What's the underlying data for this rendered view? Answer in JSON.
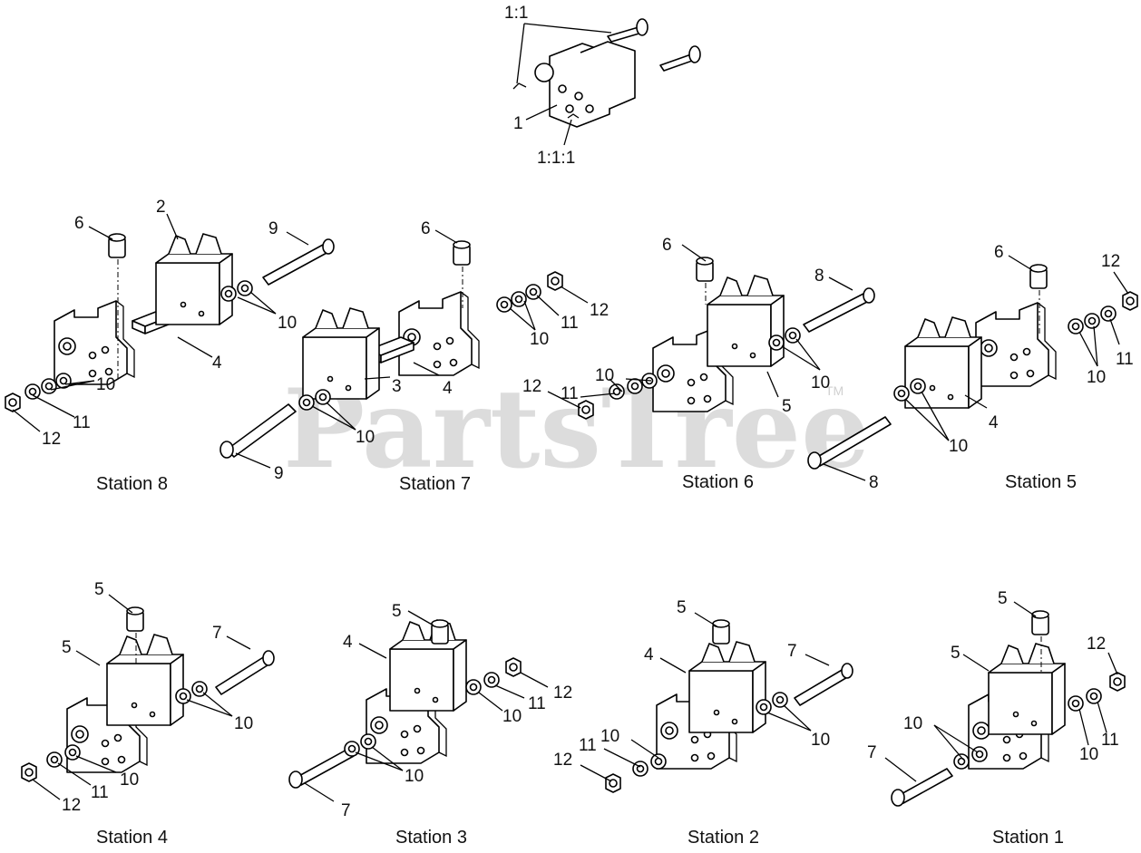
{
  "watermark": {
    "text": "PartsTree",
    "tm": "TM"
  },
  "stations": [
    {
      "name": "Station 8",
      "callouts": [
        "6",
        "2",
        "9",
        "4",
        "10",
        "11",
        "12"
      ]
    },
    {
      "name": "Station 7",
      "callouts": [
        "6",
        "12",
        "11",
        "10",
        "4",
        "3",
        "10",
        "9"
      ]
    },
    {
      "name": "Station 6",
      "callouts": [
        "6",
        "8",
        "10",
        "11",
        "12",
        "5"
      ]
    },
    {
      "name": "Station 5",
      "callouts": [
        "6",
        "12",
        "11",
        "10",
        "4",
        "10",
        "8"
      ]
    },
    {
      "name": "Station 4",
      "callouts": [
        "5",
        "5",
        "7",
        "10",
        "10",
        "11",
        "12"
      ]
    },
    {
      "name": "Station 3",
      "callouts": [
        "5",
        "4",
        "12",
        "11",
        "10",
        "10",
        "7"
      ]
    },
    {
      "name": "Station 2",
      "callouts": [
        "5",
        "4",
        "7",
        "10",
        "10",
        "11",
        "12"
      ]
    },
    {
      "name": "Station 1",
      "callouts": [
        "5",
        "5",
        "12",
        "11",
        "10",
        "10",
        "7"
      ]
    }
  ],
  "top_assembly": {
    "callouts": [
      "1:1",
      "1",
      "1:1:1"
    ]
  }
}
